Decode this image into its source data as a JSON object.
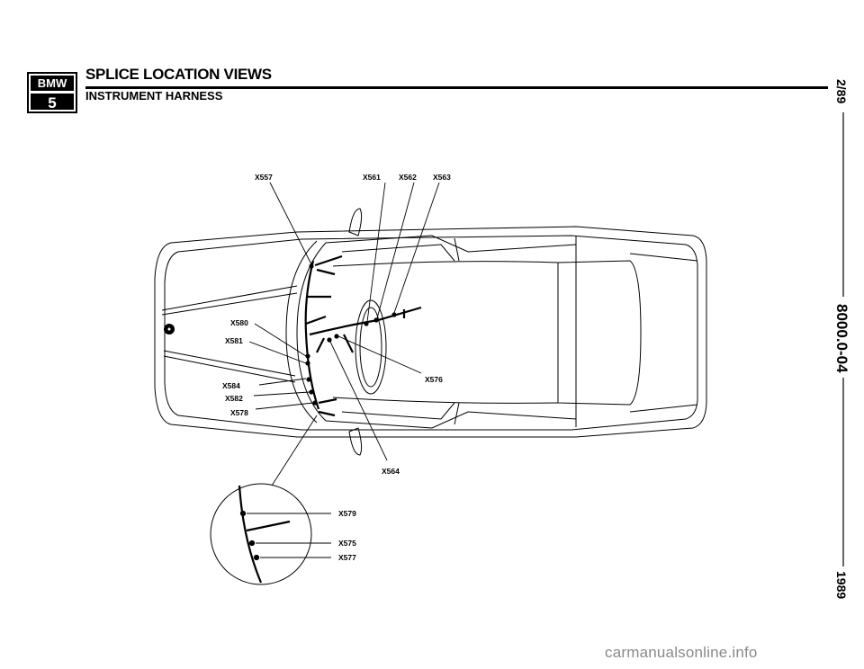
{
  "header": {
    "logo_top": "BMW",
    "logo_bottom": "5",
    "title": "SPLICE LOCATION VIEWS",
    "subtitle": "INSTRUMENT HARNESS"
  },
  "side_strip": {
    "date": "2/89",
    "page_code": "8000.0-04",
    "year": "1989"
  },
  "labels": {
    "x557": "X557",
    "x561": "X561",
    "x562": "X562",
    "x563": "X563",
    "x580": "X580",
    "x581": "X581",
    "x584": "X584",
    "x582": "X582",
    "x578": "X578",
    "x576": "X576",
    "x564": "X564",
    "x579": "X579",
    "x575": "X575",
    "x577": "X577"
  },
  "watermark": "carmanualsonline.info"
}
